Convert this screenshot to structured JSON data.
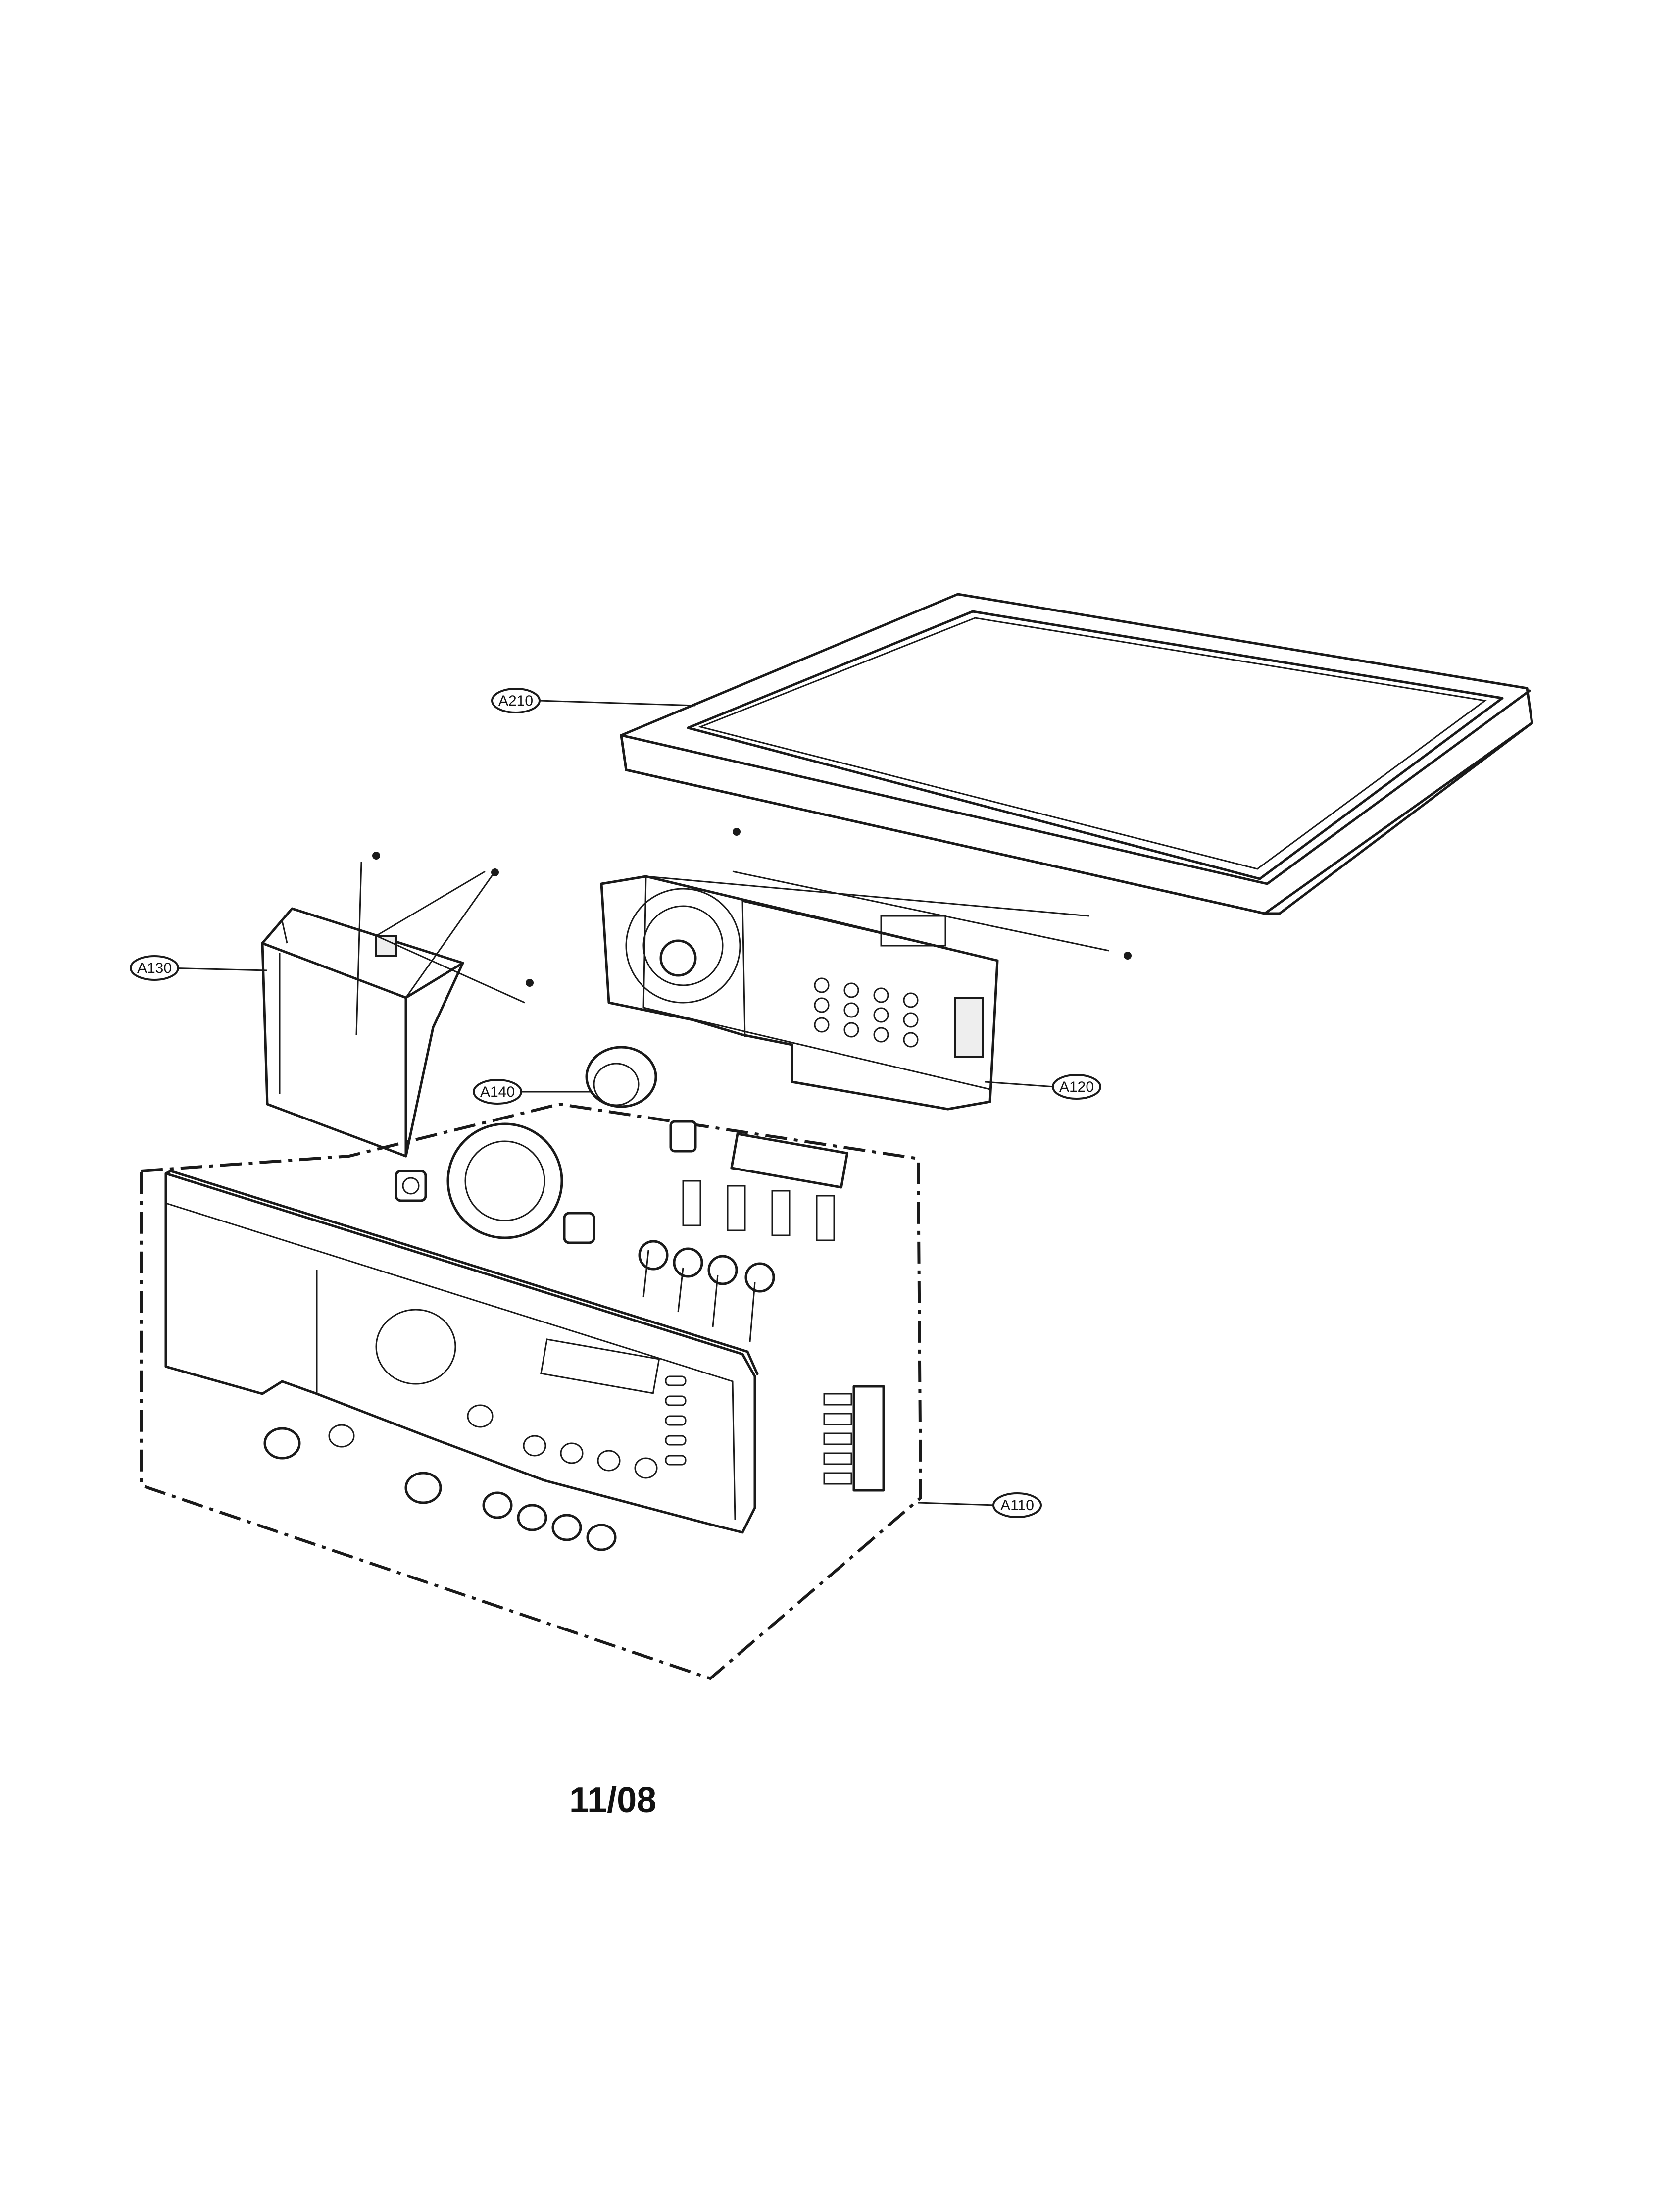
{
  "callouts": {
    "top_plate": "A210",
    "cover_box": "A130",
    "knob": "A140",
    "pcb_assembly": "A120",
    "control_panel": "A110"
  },
  "footer": {
    "date": "11/08"
  }
}
